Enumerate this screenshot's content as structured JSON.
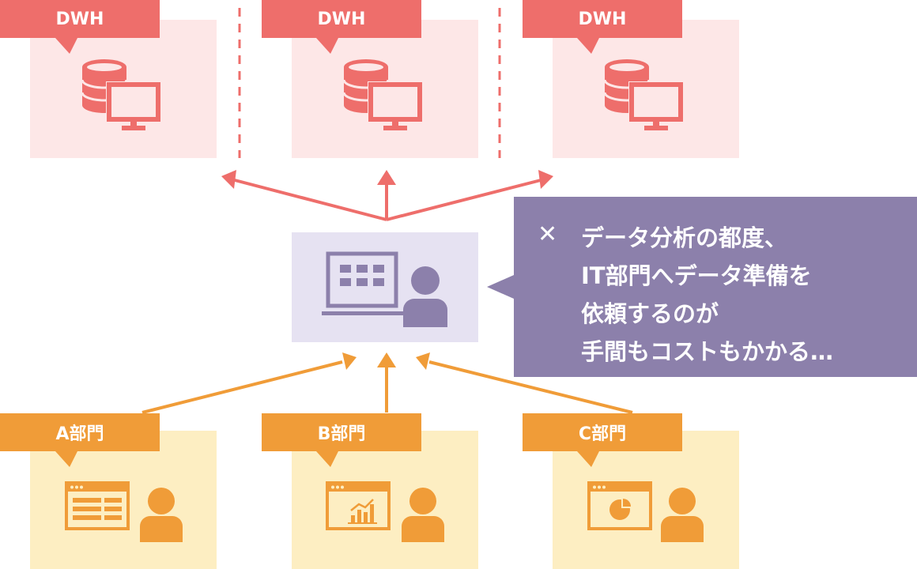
{
  "colors": {
    "dwh": "#ee6e6b",
    "dwh_bg": "#fde7e7",
    "dept": "#f09c38",
    "dept_bg": "#fdeec2",
    "it": "#8c80ab",
    "it_bg": "#e6e2f2"
  },
  "warehouses": [
    {
      "label": "DWH",
      "icon": "database-monitor-icon"
    },
    {
      "label": "DWH",
      "icon": "database-monitor-icon"
    },
    {
      "label": "DWH",
      "icon": "database-monitor-icon"
    }
  ],
  "it_department": {
    "icon": "presenter-screen-icon"
  },
  "callout": {
    "mark": "✕",
    "lines": [
      "データ分析の都度、",
      "IT部門へデータ準備を",
      "依頼するのが",
      "手間もコストもかかる…"
    ]
  },
  "departments": [
    {
      "label": "A部門",
      "icon": "table-window-icon"
    },
    {
      "label": "B部門",
      "icon": "bar-chart-window-icon"
    },
    {
      "label": "C部門",
      "icon": "pie-chart-window-icon"
    }
  ]
}
